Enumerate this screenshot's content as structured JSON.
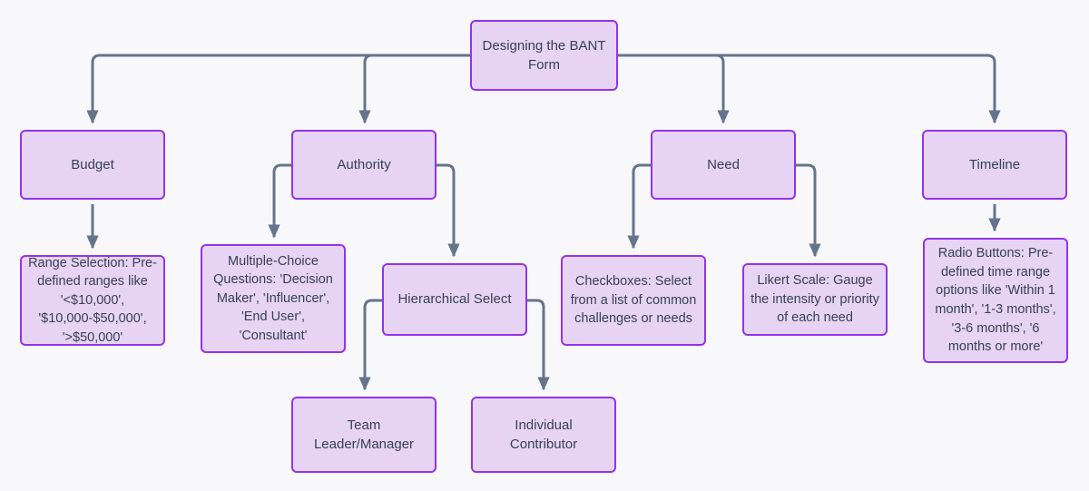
{
  "diagram": {
    "type": "flowchart",
    "title": "Designing the BANT Form",
    "colors": {
      "background": "#f8f8fb",
      "node_fill": "#e7d4f5",
      "node_border": "#9333ea",
      "node_text": "#374151",
      "connector": "#64748b"
    },
    "nodes": {
      "root": {
        "label": "Designing the BANT Form"
      },
      "budget": {
        "label": "Budget"
      },
      "authority": {
        "label": "Authority"
      },
      "need": {
        "label": "Need"
      },
      "timeline": {
        "label": "Timeline"
      },
      "budget_detail": {
        "label": "Range Selection: Pre-defined ranges like '<$10,000', '$10,000-$50,000', '>$50,000'"
      },
      "authority_mcq": {
        "label": "Multiple-Choice Questions: 'Decision Maker', 'Influencer', 'End User', 'Consultant'"
      },
      "authority_hier": {
        "label": "Hierarchical Select"
      },
      "team_leader": {
        "label": "Team Leader/Manager"
      },
      "individual_contributor": {
        "label": "Individual Contributor"
      },
      "need_checkboxes": {
        "label": "Checkboxes: Select from a list of common challenges or needs"
      },
      "need_likert": {
        "label": "Likert Scale: Gauge the intensity or priority of each need"
      },
      "timeline_radio": {
        "label": "Radio Buttons: Pre-defined time range options like 'Within 1 month', '1-3 months', '3-6 months', '6 months or more'"
      }
    },
    "edges": [
      {
        "from": "root",
        "to": "budget"
      },
      {
        "from": "root",
        "to": "authority"
      },
      {
        "from": "root",
        "to": "need"
      },
      {
        "from": "root",
        "to": "timeline"
      },
      {
        "from": "budget",
        "to": "budget_detail"
      },
      {
        "from": "authority",
        "to": "authority_mcq"
      },
      {
        "from": "authority",
        "to": "authority_hier"
      },
      {
        "from": "authority_hier",
        "to": "team_leader"
      },
      {
        "from": "authority_hier",
        "to": "individual_contributor"
      },
      {
        "from": "need",
        "to": "need_checkboxes"
      },
      {
        "from": "need",
        "to": "need_likert"
      },
      {
        "from": "timeline",
        "to": "timeline_radio"
      }
    ]
  }
}
